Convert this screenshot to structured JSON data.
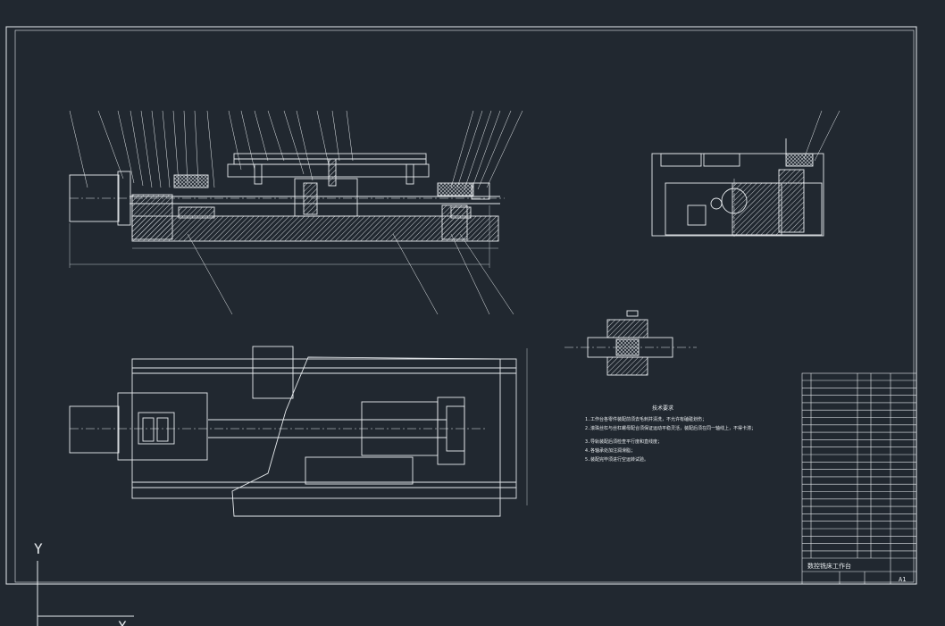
{
  "colors": {
    "background": "#212830",
    "line": "#e8ecef",
    "hatch": "#c9ced3",
    "dim": "#bfc5cb"
  },
  "notes": {
    "title": "技术要求",
    "lines": [
      "1.工作台各零件装配前须去毛刺并清洗，不允许有磕碰划伤；",
      "2.滚珠丝杠与丝杠螺母配合须保证运动平稳灵活，装配后须在同一轴线上，不得卡滞；",
      "3.导轨装配后须检查平行度和直线度；",
      "4.各轴承处加注润滑脂；",
      "5.装配完毕须进行空运转试验。"
    ]
  },
  "title_block": {
    "name": "数控铣床工作台",
    "sheet": "A1"
  },
  "axis": {
    "y_label": "Y",
    "x_label": "X"
  }
}
